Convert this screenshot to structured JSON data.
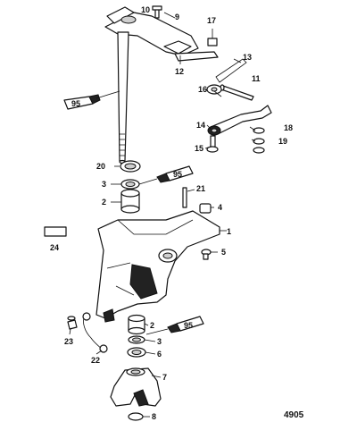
{
  "reference_number": "4905",
  "callouts": [
    {
      "id": "c1",
      "label": "1"
    },
    {
      "id": "c2a",
      "label": "2"
    },
    {
      "id": "c2b",
      "label": "2"
    },
    {
      "id": "c3a",
      "label": "3"
    },
    {
      "id": "c3b",
      "label": "3"
    },
    {
      "id": "c4",
      "label": "4"
    },
    {
      "id": "c5",
      "label": "5"
    },
    {
      "id": "c6",
      "label": "6"
    },
    {
      "id": "c7",
      "label": "7"
    },
    {
      "id": "c8",
      "label": "8"
    },
    {
      "id": "c9",
      "label": "9"
    },
    {
      "id": "c10",
      "label": "10"
    },
    {
      "id": "c11",
      "label": "11"
    },
    {
      "id": "c12",
      "label": "12"
    },
    {
      "id": "c13",
      "label": "13"
    },
    {
      "id": "c14",
      "label": "14"
    },
    {
      "id": "c15",
      "label": "15"
    },
    {
      "id": "c16",
      "label": "16"
    },
    {
      "id": "c17",
      "label": "17"
    },
    {
      "id": "c18",
      "label": "18"
    },
    {
      "id": "c19",
      "label": "19"
    },
    {
      "id": "c20",
      "label": "20"
    },
    {
      "id": "c21",
      "label": "21"
    },
    {
      "id": "c22",
      "label": "22"
    },
    {
      "id": "c23",
      "label": "23"
    },
    {
      "id": "c24",
      "label": "24"
    }
  ],
  "lubricant_tags": [
    {
      "id": "t1",
      "text": "95"
    },
    {
      "id": "t2",
      "text": "95"
    },
    {
      "id": "t3",
      "text": "95"
    }
  ]
}
